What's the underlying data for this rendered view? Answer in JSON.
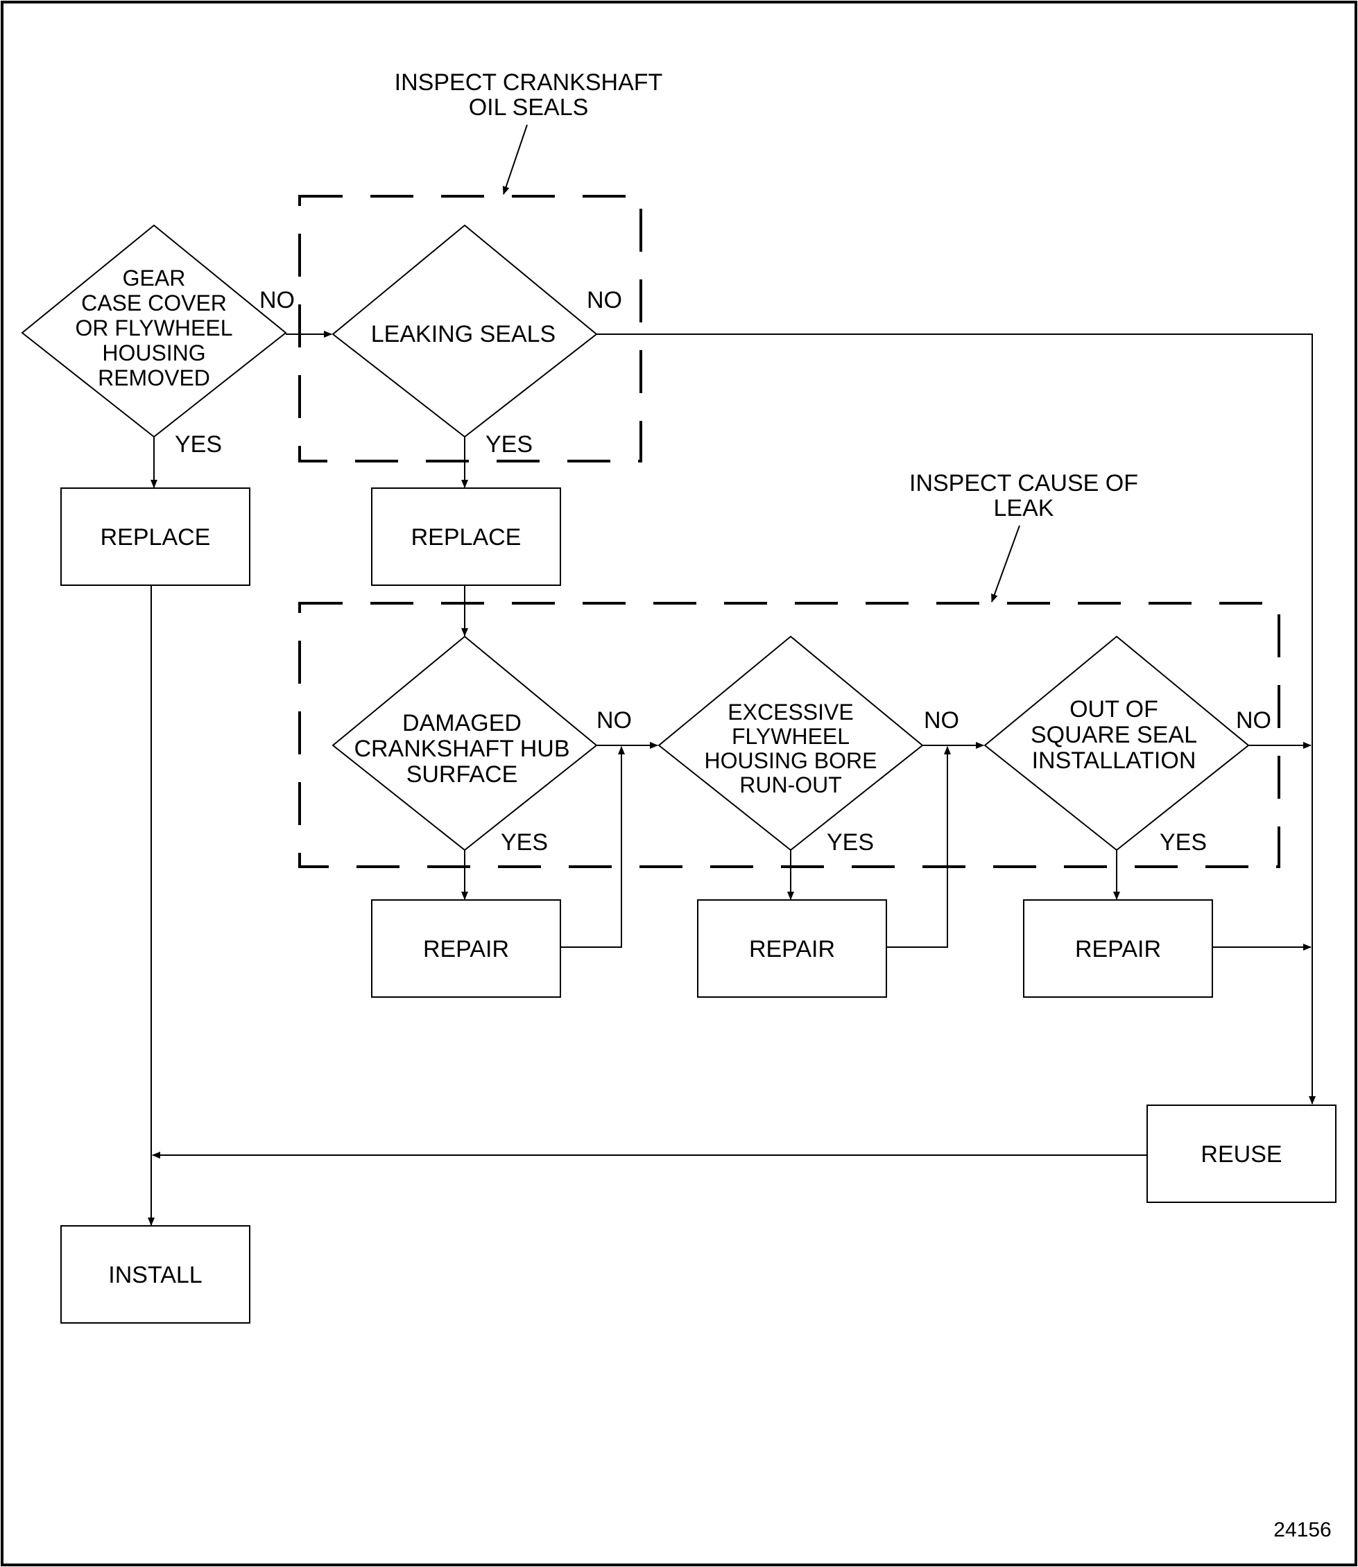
{
  "annotations": {
    "inspect_oil_seals": [
      "INSPECT CRANKSHAFT",
      "OIL SEALS"
    ],
    "inspect_cause": [
      "INSPECT CAUSE OF",
      "LEAK"
    ]
  },
  "decisions": {
    "gear_case": [
      "GEAR",
      "CASE COVER",
      "OR FLYWHEEL",
      "HOUSING",
      "REMOVED"
    ],
    "leaking_seals": [
      "LEAKING SEALS"
    ],
    "damaged_hub": [
      "DAMAGED",
      "CRANKSHAFT HUB",
      "SURFACE"
    ],
    "excessive_runout": [
      "EXCESSIVE",
      "FLYWHEEL",
      "HOUSING BORE",
      "RUN-OUT"
    ],
    "out_of_square": [
      "OUT OF",
      "SQUARE SEAL",
      "INSTALLATION"
    ]
  },
  "boxes": {
    "replace_1": "REPLACE",
    "replace_2": "REPLACE",
    "repair_1": "REPAIR",
    "repair_2": "REPAIR",
    "repair_3": "REPAIR",
    "reuse": "REUSE",
    "install": "INSTALL"
  },
  "edge_labels": {
    "gear_no": "NO",
    "gear_yes": "YES",
    "leak_no": "NO",
    "leak_yes": "YES",
    "hub_no": "NO",
    "hub_yes": "YES",
    "runout_no": "NO",
    "runout_yes": "YES",
    "square_no": "NO",
    "square_yes": "YES"
  },
  "figure_number": "24156"
}
